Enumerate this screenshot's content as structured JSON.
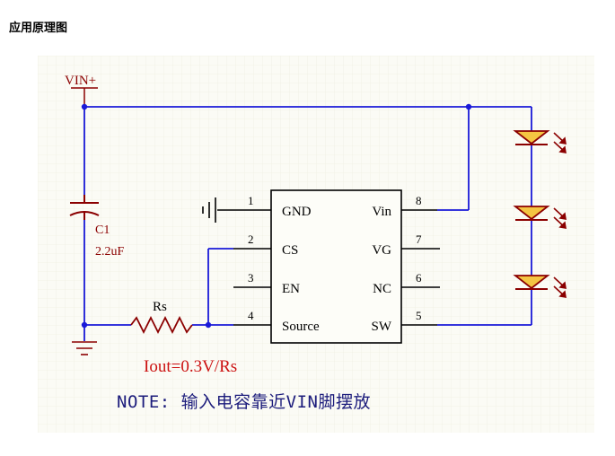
{
  "page": {
    "title": "应用原理图"
  },
  "schematic": {
    "supply_label": "VIN+",
    "capacitor": {
      "ref": "C1",
      "value": "2.2uF"
    },
    "resistor": {
      "ref": "Rs"
    },
    "formula": "Iout=0.3V/Rs",
    "note": "NOTE: 输入电容靠近VIN脚摆放",
    "ic": {
      "left_pins": [
        {
          "num": "1",
          "name": "GND"
        },
        {
          "num": "2",
          "name": "CS"
        },
        {
          "num": "3",
          "name": "EN"
        },
        {
          "num": "4",
          "name": "Source"
        }
      ],
      "right_pins": [
        {
          "num": "8",
          "name": "Vin"
        },
        {
          "num": "7",
          "name": "VG"
        },
        {
          "num": "6",
          "name": "NC"
        },
        {
          "num": "5",
          "name": "SW"
        }
      ]
    },
    "leds": [
      "led1",
      "led2",
      "led3"
    ],
    "colors": {
      "wire": "#1a1ad8",
      "component": "#8b0000",
      "led_fill": "#f4c542",
      "grid_bg": "#fbfbf5",
      "text_red": "#cc1111",
      "note_text": "#1c1c7c"
    }
  }
}
